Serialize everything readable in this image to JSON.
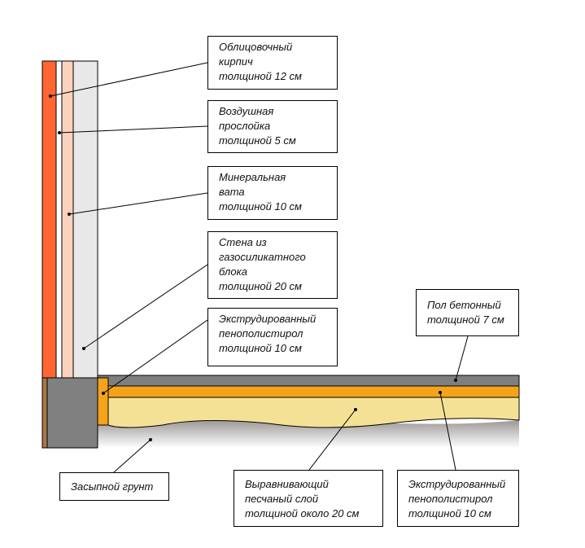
{
  "colors": {
    "brick": "#ff6633",
    "air": "#ffffff",
    "mineral_wool": "#fdd2bd",
    "block": "#e8e8e8",
    "foundation": "#808080",
    "foundation_edge": "#a87848",
    "xps": "#f5a31a",
    "sand": "#f5e196",
    "concrete": "#7f7f7f",
    "soil_top": "#9a9494",
    "soil_bottom": "#ffffff"
  },
  "labels": [
    {
      "id": "brick",
      "lines": [
        "Облицовочный",
        "кирпич",
        "толщиной 12 см"
      ]
    },
    {
      "id": "air",
      "lines": [
        "Воздушная",
        "прослойка",
        "толщиной 5 см"
      ]
    },
    {
      "id": "mineral-wool",
      "lines": [
        "Минеральная",
        "вата",
        "толщиной 10 см"
      ]
    },
    {
      "id": "block-wall",
      "lines": [
        "Стена из",
        "газосиликатного",
        "блока",
        "толщиной 20 см"
      ]
    },
    {
      "id": "xps-vertical",
      "lines": [
        "Экструдированный",
        "пенополистирол",
        "толщиной 10 см"
      ]
    },
    {
      "id": "concrete-floor",
      "lines": [
        "Пол бетонный",
        "толщиной 7 см"
      ]
    },
    {
      "id": "backfill",
      "lines": [
        "Засыпной грунт"
      ]
    },
    {
      "id": "sand",
      "lines": [
        "Выравнивающий",
        "песчаный слой",
        "толщиной около 20 см"
      ]
    },
    {
      "id": "xps-floor",
      "lines": [
        "Экструдированный",
        "пенополистирол",
        "толщиной 10 см"
      ]
    }
  ]
}
